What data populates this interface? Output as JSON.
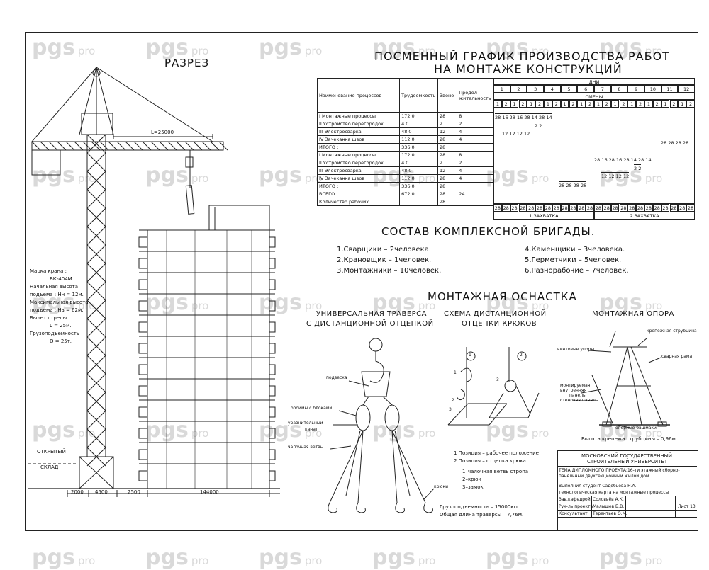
{
  "watermark": {
    "main": "pgs",
    "sub": "pro"
  },
  "section_title": "РАЗРЕЗ",
  "crane_span_label": "L=25000",
  "crane_info": [
    "Марка крана :",
    "БК-404М",
    "Начальная высота",
    "подъема :  Нн = 12м.",
    "Максимальная высота",
    "подъема :  Нв = 62м.",
    "Вылет стрелы",
    "L = 25м.",
    "Грузоподъемность",
    "Q = 25т."
  ],
  "ground_label": [
    "ОТКРЫТЫЙ",
    "СКЛАД"
  ],
  "dimensions": [
    "2000",
    "4500",
    "2500",
    "144000"
  ],
  "schedule": {
    "title_line1": "ПОСМЕННЫЙ ГРАФИК ПРОИЗВОДСТВА РАБОТ",
    "title_line2": "НА МОНТАЖЕ КОНСТРУКЦИЙ",
    "col_name": "Наименование процессов",
    "col_labor": "Трудоемкость",
    "col_crew": "Звено",
    "col_duration": "Продол-жительность",
    "days_label": "ДНИ",
    "shifts_label": "СМЕНЫ",
    "days": [
      "1",
      "2",
      "3",
      "4",
      "5",
      "6",
      "7",
      "8",
      "9",
      "10",
      "11",
      "12"
    ],
    "shift_numbers": [
      "1",
      "2",
      "1",
      "2",
      "1",
      "2",
      "1",
      "2",
      "1",
      "2",
      "1",
      "2",
      "1",
      "2",
      "1",
      "2",
      "1",
      "2",
      "1",
      "2",
      "1",
      "2",
      "1",
      "2"
    ],
    "rows": [
      {
        "name": "I  Монтажные процессы",
        "labor": "172.0",
        "crew": "28",
        "dur": "8"
      },
      {
        "name": "II  Устройство перегородок",
        "labor": "4.0",
        "crew": "2",
        "dur": "2"
      },
      {
        "name": "III  Электросварка",
        "labor": "48.0",
        "crew": "12",
        "dur": "4"
      },
      {
        "name": "IV  Зачеканка швов",
        "labor": "112.0",
        "crew": "28",
        "dur": "4"
      },
      {
        "name": "ИТОГО :",
        "labor": "336.0",
        "crew": "28",
        "dur": ""
      },
      {
        "name": "I  Монтажные процессы",
        "labor": "172.0",
        "crew": "28",
        "dur": "8"
      },
      {
        "name": "II  Устройство перегородок",
        "labor": "4.0",
        "crew": "2",
        "dur": "2"
      },
      {
        "name": "III  Электросварка",
        "labor": "48.0",
        "crew": "12",
        "dur": "4"
      },
      {
        "name": "IV  Зачеканка швов",
        "labor": "112.0",
        "crew": "28",
        "dur": "4"
      },
      {
        "name": "ИТОГО :",
        "labor": "336.0",
        "crew": "28",
        "dur": ""
      },
      {
        "name": "ВСЕГО :",
        "labor": "672.0",
        "crew": "28",
        "dur": "24"
      },
      {
        "name": "Количество рабочих",
        "labor": "",
        "crew": "28",
        "dur": ""
      }
    ],
    "bars": {
      "r1_first": "28 16 28 16 28 14 28 14",
      "r2_first": "2   2",
      "r3_first": "12   12   12   12",
      "r4_first": "28 28 28 28",
      "r1_second": "28 16 28 16 28 14 28 14",
      "r2_second": "2   2",
      "r3_second": "12   12   12   12",
      "r4_second": "28 28 28 28"
    },
    "workers_row": [
      "28",
      "28",
      "28",
      "28",
      "28",
      "28",
      "28",
      "28",
      "28",
      "28",
      "28",
      "28",
      "28",
      "28",
      "28",
      "28",
      "28",
      "28",
      "28",
      "28",
      "28",
      "28",
      "28",
      "28"
    ],
    "zone1": "1  ЗАХВАТКА",
    "zone2": "2  ЗАХВАТКА"
  },
  "brigade": {
    "title": "СОСТАВ КОМПЛЕКСНОЙ БРИГАДЫ.",
    "items_left": [
      "1.Сварщики  –  2человека.",
      "2.Крановщик  –  1человек.",
      "3.Монтажники  –  10человек."
    ],
    "items_right": [
      "4.Каменщики  –  3человека.",
      "5.Герметчики  –  5человек.",
      "6.Разнорабочие  –  7человек."
    ]
  },
  "rigging": {
    "title": "МОНТАЖНАЯ ОСНАСТКА",
    "traverse_title": [
      "УНИВЕРСАЛЬНАЯ ТРАВЕРСА",
      "С ДИСТАНЦИОННОЙ ОТЦЕПКОЙ"
    ],
    "traverse_labels": [
      "подвеска",
      "обоймы с блоками",
      "уравнительный",
      "канат",
      "чалочная ветвь",
      "крюки"
    ],
    "traverse_capacity": "Грузоподъемность  –  15000кгс",
    "traverse_length": "Общая длина траверсы  –  7,76м.",
    "remote_title": [
      "СХЕМА ДИСТАНЦИОННОЙ",
      "ОТЦЕПКИ КРЮКОВ"
    ],
    "positions": [
      "1  Позиция  –  рабочее положение",
      "2  Позиция  –  отцепка крюка"
    ],
    "parts": [
      "1–чалочная ветвь стропа",
      "2–крюк",
      "3–замок"
    ],
    "support_title": "МОНТАЖНАЯ ОПОРА",
    "support_labels": [
      "крепежная струбцина",
      "винтовые упоры",
      "сварная рама",
      "монтируемая",
      "внутренняя",
      "панель",
      "стеновая панель",
      "опорные башмаки"
    ],
    "support_height": "Высота крепежа струбцины  –  0,96м."
  },
  "stamp": {
    "university": [
      "МОСКОВСКИЙ  ГОСУДАРСТВЕННЫЙ",
      "СТРОИТЕЛЬНЫЙ  УНИВЕРСИТЕТ"
    ],
    "topic": [
      "ТЕМА ДИПЛОМНОГО ПРОЕКТА:16-ти этажный сборно-",
      "панельный двухсекционный жилой дом."
    ],
    "student": "Выполнил студент Садобьёва Н.А.",
    "sheet_desc": "технологическая карта на монтажные процессы",
    "roles": [
      {
        "role": "Зав.кафедрой",
        "name": "Соловьёв А.К."
      },
      {
        "role": "Рук-ль проекта",
        "name": "Малышев Б.В."
      },
      {
        "role": "Консультант",
        "name": "Терентьев О.М."
      }
    ],
    "sheet_label": "Лист 13"
  }
}
